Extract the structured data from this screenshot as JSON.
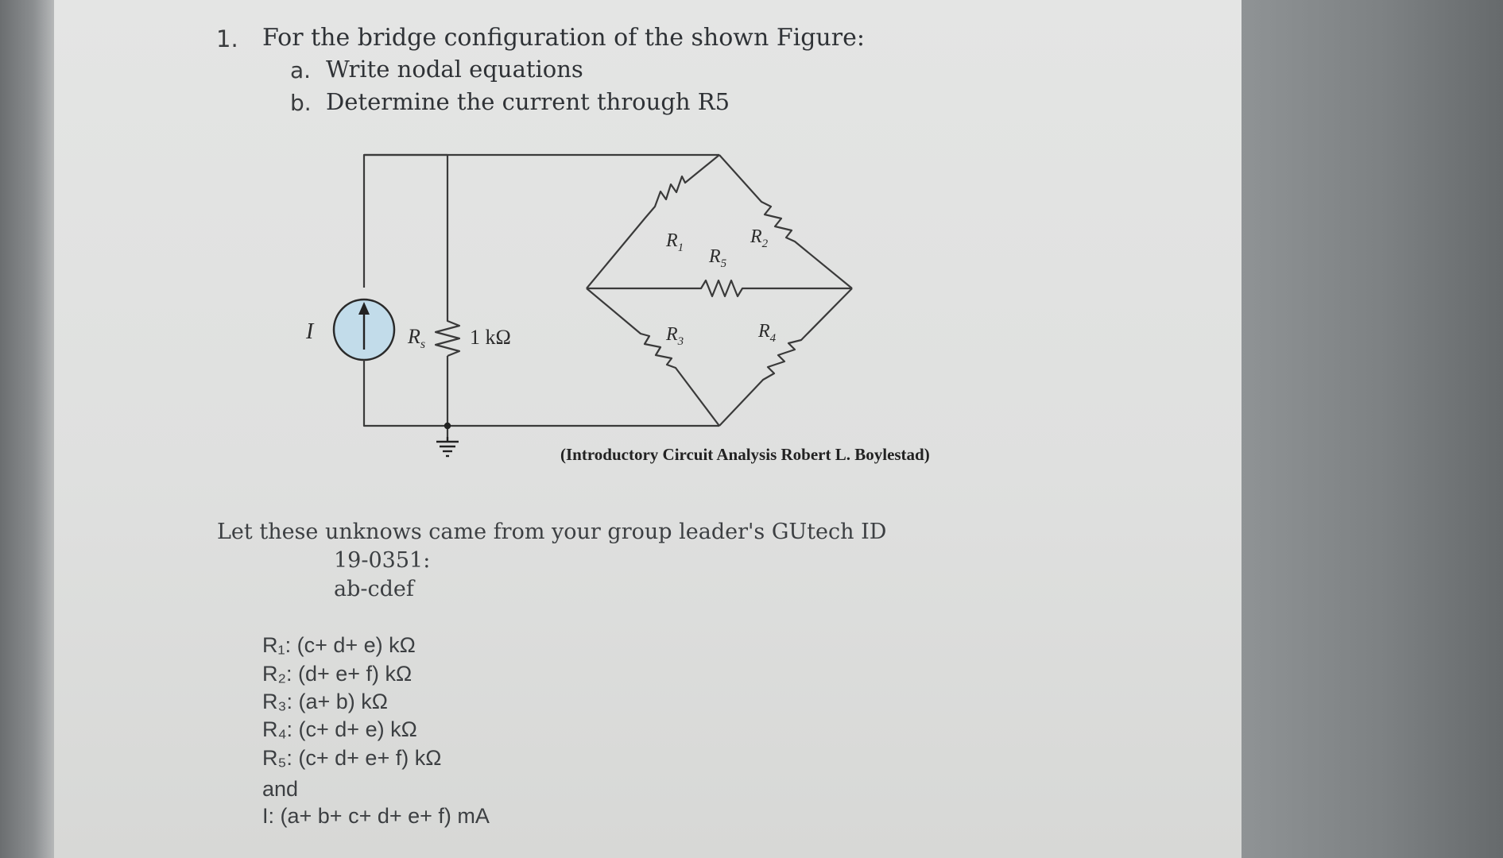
{
  "question": {
    "number": "1.",
    "text": "For the bridge configuration of the shown Figure:",
    "parts": [
      {
        "letter": "a.",
        "text": "Write nodal equations"
      },
      {
        "letter": "b.",
        "text": "Determine the current through R5"
      }
    ]
  },
  "figure": {
    "source_label": "I",
    "rs_label": "R",
    "rs_sub": "s",
    "rs_value": "1 kΩ",
    "resistors": [
      {
        "base": "R",
        "sub": "1"
      },
      {
        "base": "R",
        "sub": "2"
      },
      {
        "base": "R",
        "sub": "3"
      },
      {
        "base": "R",
        "sub": "4"
      },
      {
        "base": "R",
        "sub": "5"
      }
    ],
    "citation": "(Introductory Circuit Analysis Robert L. Boylestad)"
  },
  "unknowns": {
    "intro": "Let these unknows came from your group leader's GUtech ID",
    "id_example": "19-0351:",
    "id_pattern": "ab-cdef",
    "formulas": [
      "R₁: (c+ d+ e) kΩ",
      "R₂: (d+ e+ f) kΩ",
      "R₃: (a+ b) kΩ",
      "R₄: (c+ d+ e) kΩ",
      "R₅: (c+ d+ e+ f) kΩ"
    ],
    "and_word": "and",
    "current": "I: (a+ b+ c+ d+ e+ f) mA"
  },
  "colors": {
    "paper": "#e0e1e0",
    "ink": "#2f3236",
    "source_fill": "#c2dcea"
  }
}
